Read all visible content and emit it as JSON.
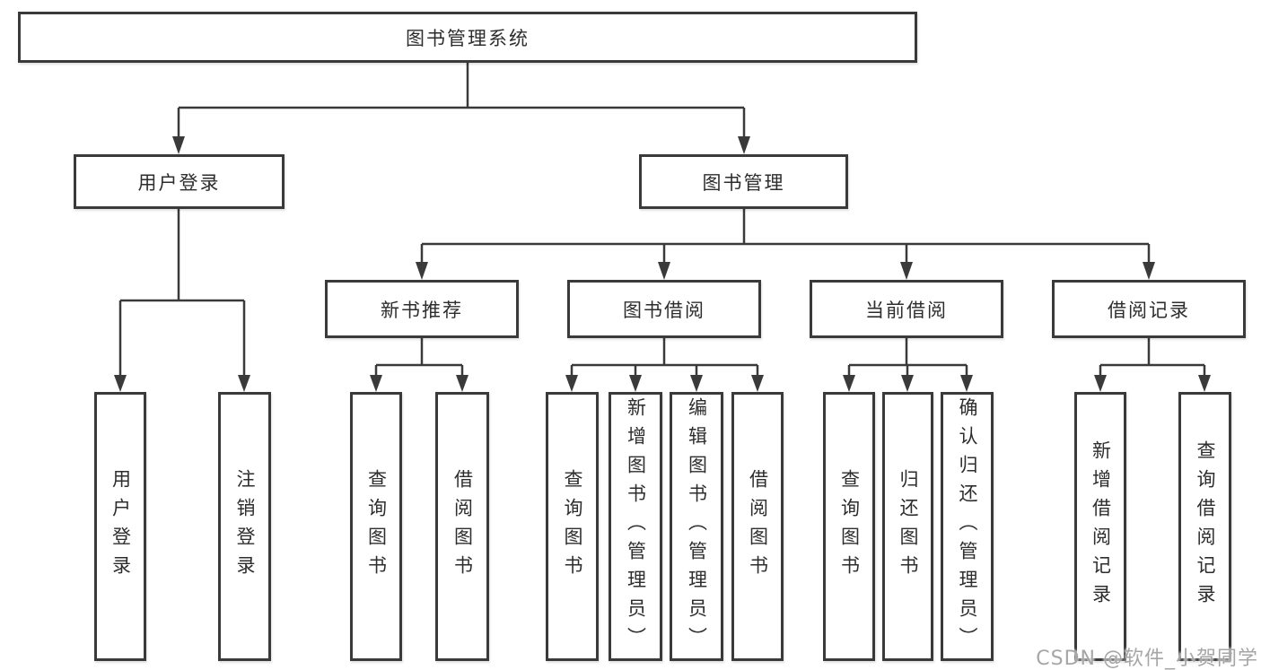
{
  "diagram": {
    "root": {
      "label": "图书管理系统"
    },
    "branches": [
      {
        "label": "用户登录",
        "children": [
          {
            "label": "用户登录"
          },
          {
            "label": "注销登录"
          }
        ]
      },
      {
        "label": "图书管理",
        "groups": [
          {
            "label": "新书推荐",
            "children": [
              {
                "label": "查询图书"
              },
              {
                "label": "借阅图书"
              }
            ]
          },
          {
            "label": "图书借阅",
            "children": [
              {
                "label": "查询图书"
              },
              {
                "label": "新增图书（管理员）"
              },
              {
                "label": "编辑图书（管理员）"
              },
              {
                "label": "借阅图书"
              }
            ]
          },
          {
            "label": "当前借阅",
            "children": [
              {
                "label": "查询图书"
              },
              {
                "label": "归还图书"
              },
              {
                "label": "确认归还（管理员）"
              }
            ]
          },
          {
            "label": "借阅记录",
            "children": [
              {
                "label": "新增借阅记录"
              },
              {
                "label": "查询借阅记录"
              }
            ]
          }
        ]
      }
    ]
  },
  "watermark": {
    "text": "CSDN @软件_小贺同学"
  },
  "colors": {
    "line": "#3a3a3a",
    "text": "#2d2d2d",
    "watermark": "#a6a6a6",
    "background": "#ffffff"
  }
}
